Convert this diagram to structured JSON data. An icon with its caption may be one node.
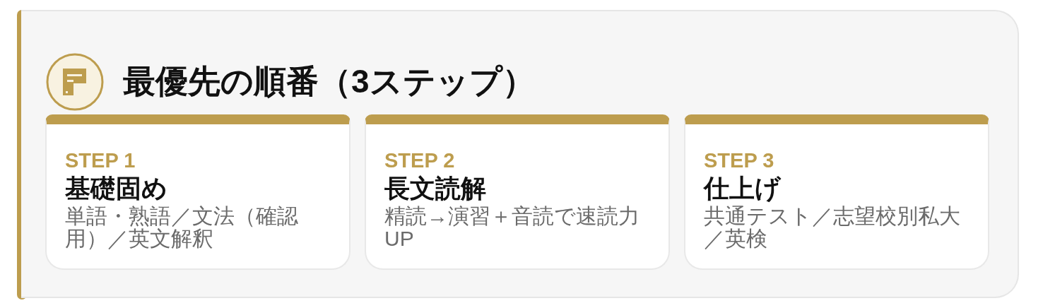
{
  "diagram": {
    "nodes": [
      {
        "text": [
          "最優先の順番（3ステップ）"
        ]
      },
      {
        "text": [
          "STEP 1",
          "基礎固め",
          "単語・熟語／文法（確認用）／英文解釈"
        ],
        "in": 0
      },
      {
        "text": [
          "STEP 2",
          "長文読解",
          "精読→演習＋音読で速読力UP"
        ],
        "in": 0
      },
      {
        "text": [
          "STEP 3",
          "仕上げ",
          "共通テスト／志望校別私大／英検"
        ],
        "in": 0
      }
    ]
  }
}
